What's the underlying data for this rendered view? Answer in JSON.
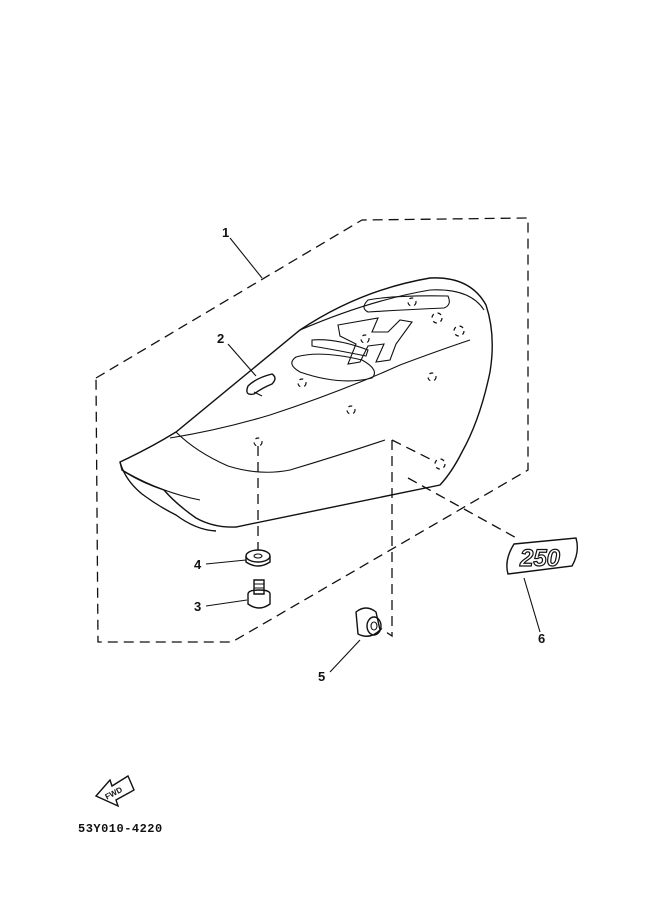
{
  "callouts": [
    {
      "id": "1",
      "label": "1"
    },
    {
      "id": "2",
      "label": "2"
    },
    {
      "id": "3",
      "label": "3"
    },
    {
      "id": "4",
      "label": "4"
    },
    {
      "id": "5",
      "label": "5"
    },
    {
      "id": "6",
      "label": "6"
    }
  ],
  "emblem_text": "250",
  "direction_label": "FWD",
  "document_code": "53Y010-4220"
}
